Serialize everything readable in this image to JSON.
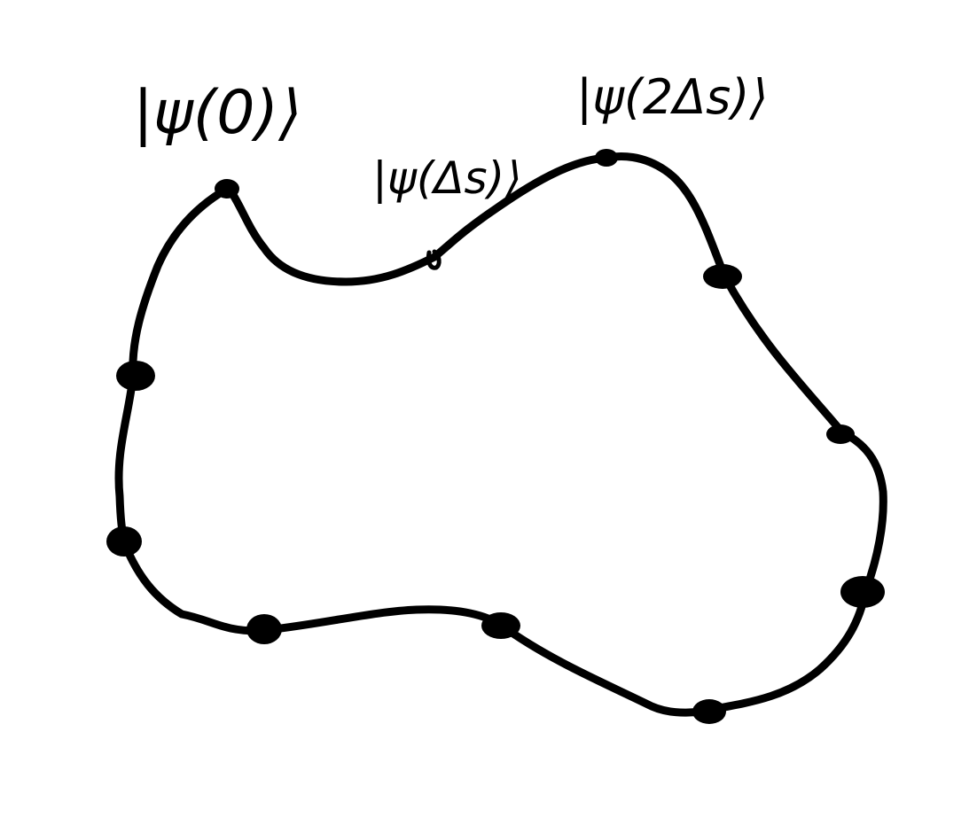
{
  "diagram": {
    "labels": {
      "state_0": "|ψ(0)⟩",
      "state_ds": "|ψ(Δs)⟩",
      "state_2ds": "|ψ(2Δs)⟩"
    },
    "style": {
      "ink": "#000000",
      "background": "#ffffff"
    }
  }
}
